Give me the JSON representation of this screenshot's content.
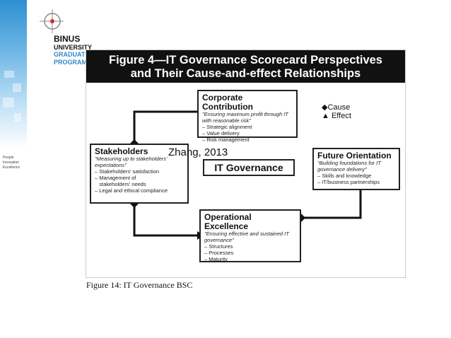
{
  "logo": {
    "line1": "BINUS",
    "line2": "UNIVERSITY",
    "line3": "GRADUATE",
    "line4": "PROGRAM"
  },
  "tagline": [
    "People",
    "Innovation",
    "Excellence"
  ],
  "figure": {
    "header_line1": "Figure 4—IT Governance Scorecard Perspectives",
    "header_line2": "and Their Cause-and-effect Relationships",
    "legend_cause": "Cause",
    "legend_effect": "Effect",
    "corporate": {
      "title": "Corporate Contribution",
      "subtitle": "\"Ensuring maximum profit through IT with reasonable risk\"",
      "items": [
        "– Strategic alignment",
        "– Value delivery",
        "– Risk management"
      ]
    },
    "stakeholders": {
      "title": "Stakeholders",
      "subtitle": "\"Measuring up to stakeholders' expectations\"",
      "items": [
        "– Stakeholders' satisfaction",
        "– Management of",
        "   stakeholders' needs",
        "– Legal and ethical compliance"
      ]
    },
    "center": {
      "title": "IT Governance"
    },
    "future": {
      "title": "Future Orientation",
      "subtitle": "\"Building foundations for IT governance delivery\"",
      "items": [
        "– Skills and knowledge",
        "– IT/business partnerships"
      ]
    },
    "operational": {
      "title": "Operational Excellence",
      "subtitle": "\"Ensuring effective and sustained IT governance\"",
      "items": [
        "– Structures",
        "– Processes",
        "– Maturity"
      ]
    }
  },
  "overlay_text": "Zhang, 2013",
  "caption": "Figure 14: IT Governance BSC"
}
